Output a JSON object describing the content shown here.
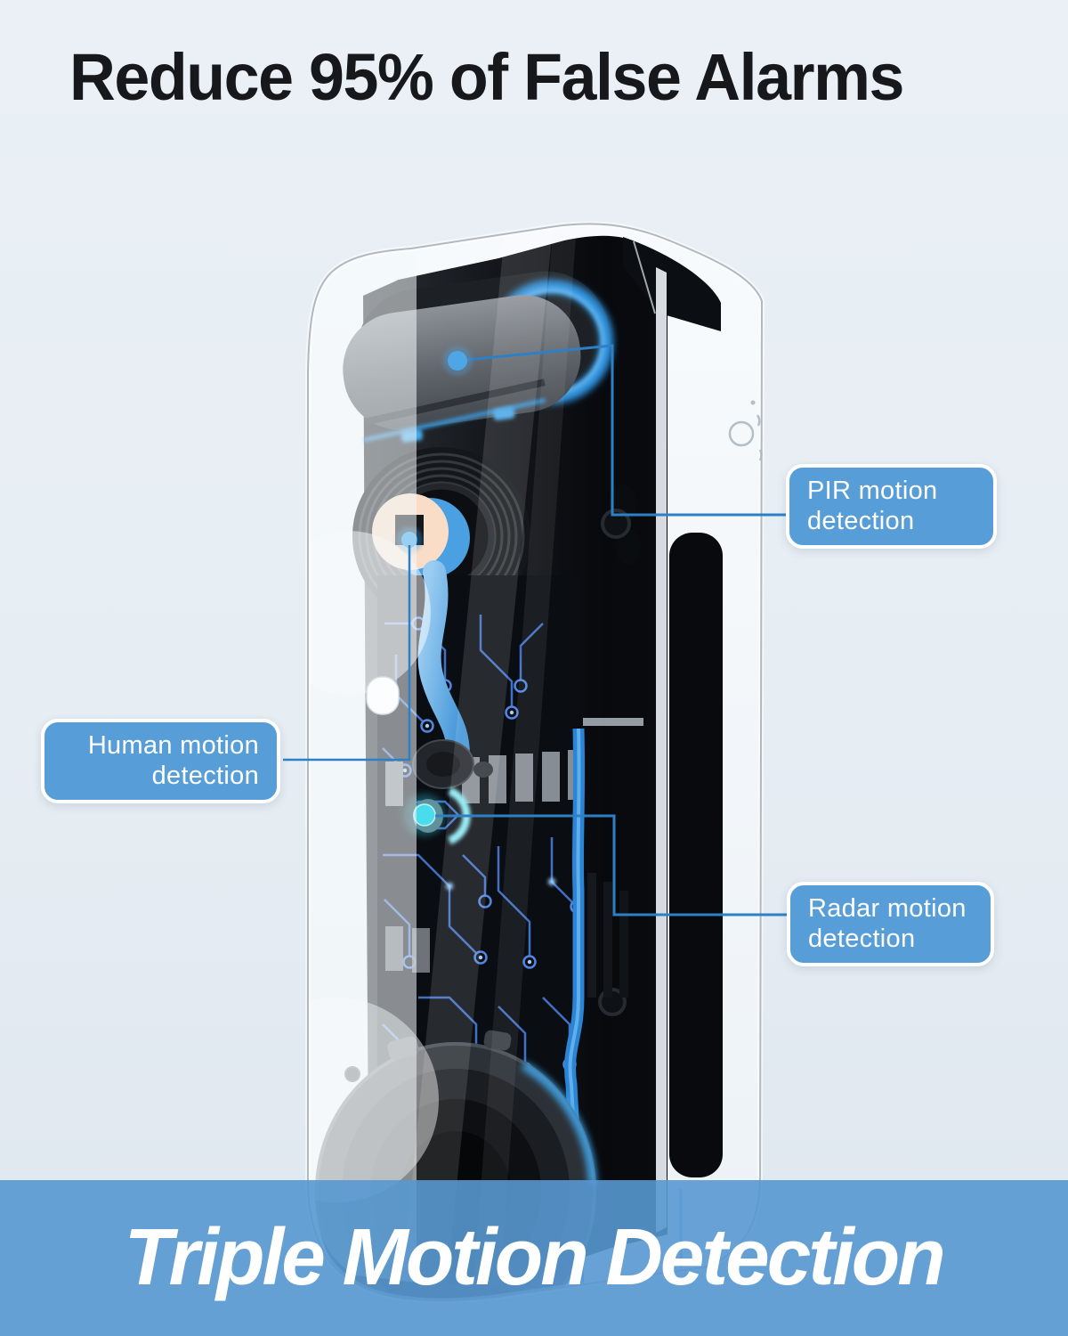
{
  "title": {
    "text": "Reduce 95% of False Alarms"
  },
  "callouts": {
    "pir": {
      "line1": "PIR motion",
      "line2": "detection"
    },
    "human": {
      "line1": "Human motion",
      "line2": "detection"
    },
    "radar": {
      "line1": "Radar motion",
      "line2": "detection"
    }
  },
  "banner": {
    "text": "Triple Motion Detection"
  },
  "colors": {
    "background_top": "#eaf0f5",
    "background_bottom": "#dfe7ef",
    "title_text": "#17181c",
    "label_fill": "#579dd8",
    "label_border": "#ffffff",
    "label_text": "#ffffff",
    "leader_line": "#2e80c6",
    "banner_fill": "rgba(88,152,208,0.9)",
    "banner_text": "#ffffff",
    "accent_blue": "#3f97dd",
    "glow_cyan": "#49dcec"
  }
}
